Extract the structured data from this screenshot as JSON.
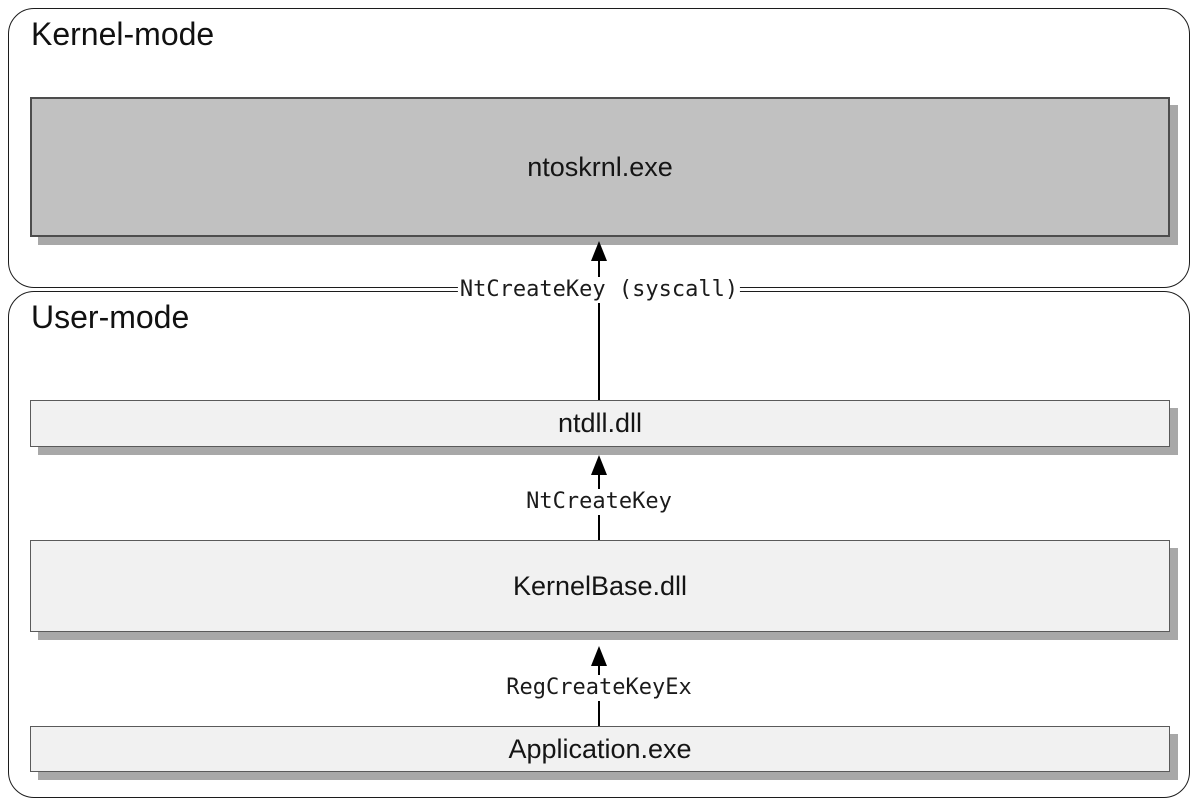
{
  "regions": {
    "kernel": {
      "label": "Kernel-mode"
    },
    "user": {
      "label": "User-mode"
    }
  },
  "boxes": {
    "ntoskrnl": {
      "label": "ntoskrnl.exe"
    },
    "ntdll": {
      "label": "ntdll.dll"
    },
    "kernelbase": {
      "label": "KernelBase.dll"
    },
    "application": {
      "label": "Application.exe"
    }
  },
  "arrows": {
    "syscall": {
      "label": "NtCreateKey (syscall)",
      "from": "ntdll.dll",
      "to": "ntoskrnl.exe"
    },
    "ntcreatekey": {
      "label": "NtCreateKey",
      "from": "KernelBase.dll",
      "to": "ntdll.dll"
    },
    "regcreatekeyex": {
      "label": "RegCreateKeyEx",
      "from": "Application.exe",
      "to": "KernelBase.dll"
    }
  },
  "colors": {
    "background": "#ffffff",
    "kernel_box_fill": "#c1c1c1",
    "module_box_fill": "#f1f1f1",
    "box_border": "#4d4d4d",
    "shadow": "#a8a8a8",
    "region_border": "#1c1c1c",
    "arrow_line": "#000000"
  }
}
